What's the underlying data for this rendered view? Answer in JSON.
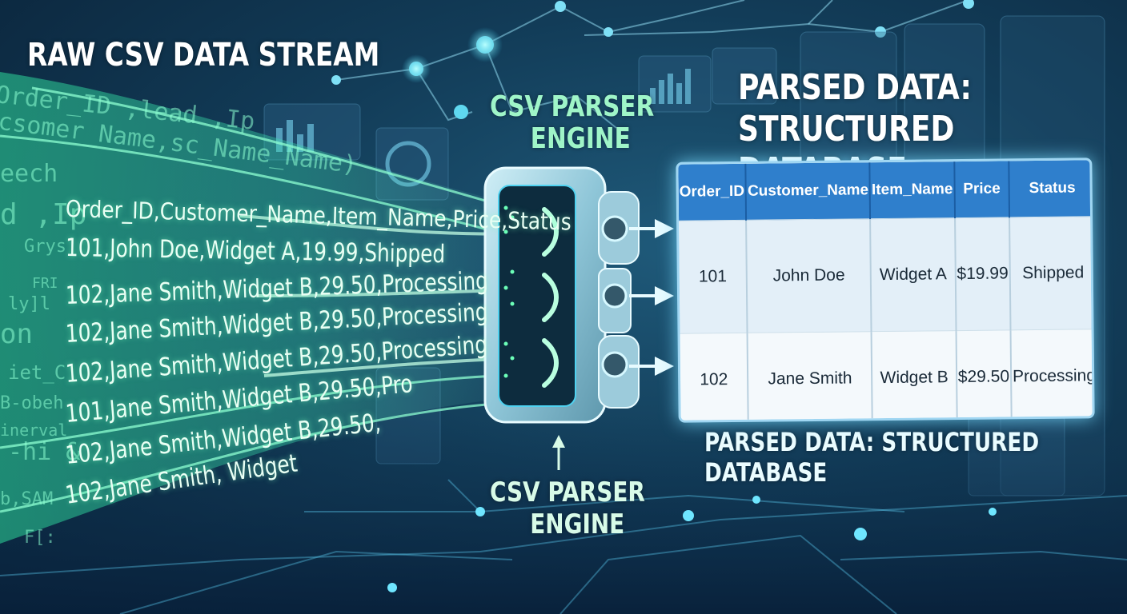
{
  "titles": {
    "raw_stream": "RAW CSV DATA STREAM",
    "parsed_line1": "PARSED DATA:",
    "parsed_line2": "STRUCTURED DATABASE",
    "engine_top_line1": "CSV PARSER",
    "engine_top_line2": "ENGINE",
    "engine_bottom_line1": "CSV PARSER",
    "engine_bottom_line2": "ENGINE",
    "parsed_caption": "PARSED DATA: STRUCTURED DATABASE"
  },
  "ghost_text": [
    "Order_ID ,lead ,Ip",
    "csomer_Name,sc_Name_Name)",
    "eech",
    "d ,Ip",
    "Grys",
    "FRI",
    "ly]l",
    "on",
    "iet_C",
    "B-obeh",
    "inerval",
    "-hi &",
    "b,SAM",
    "F[:"
  ],
  "csv_lines": [
    "Order_ID,Customer_Name,Item_Name,Price,Status",
    "101,John Doe,Widget A,19.99,Shipped",
    "102,Jane Smith,Widget B,29.50,Processing",
    "102,Jane Smith,Widget B,29.50,Processing",
    "102,Jane Smith,Widget B,29.50,Processing",
    "101,Jane Smith,Widget B,29.50,Pro",
    "102,Jane Smith,Widget B,29.50,",
    "102,Jane Smith, Widget"
  ],
  "table": {
    "headers": [
      "Order_ID",
      "Customer_Name",
      "Item_Name",
      "Price",
      "Status"
    ],
    "rows": [
      [
        "101",
        "John Doe",
        "Widget A",
        "$19.99",
        "Shipped"
      ],
      [
        "102",
        "Jane Smith",
        "Widget B",
        "$29.50",
        "Processing"
      ]
    ]
  },
  "colors": {
    "accent_green": "#7dffc0",
    "table_header": "#2f7fcc",
    "glow_cyan": "#9fe8ff"
  }
}
